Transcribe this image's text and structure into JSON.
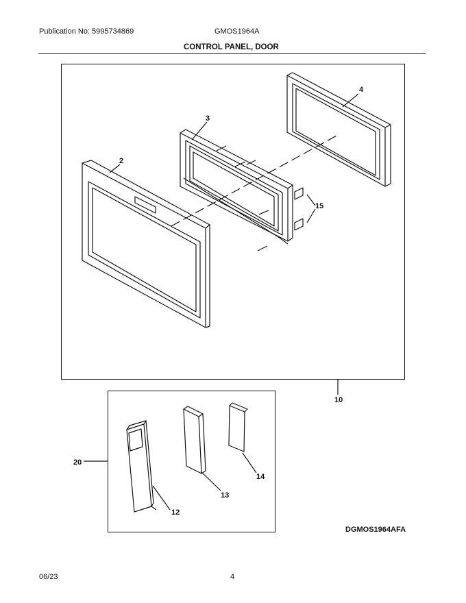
{
  "header": {
    "publication": "Publication No: 5995734869",
    "model": "GMOS1964A",
    "title": "CONTROL PANEL, DOOR"
  },
  "callouts": {
    "c2": "2",
    "c3": "3",
    "c4": "4",
    "c10": "10",
    "c12": "12",
    "c13": "13",
    "c14": "14",
    "c15": "15",
    "c20": "20"
  },
  "diagram_code": "DGMOS1964AFA",
  "footer": {
    "date": "06/23",
    "page": "4"
  }
}
